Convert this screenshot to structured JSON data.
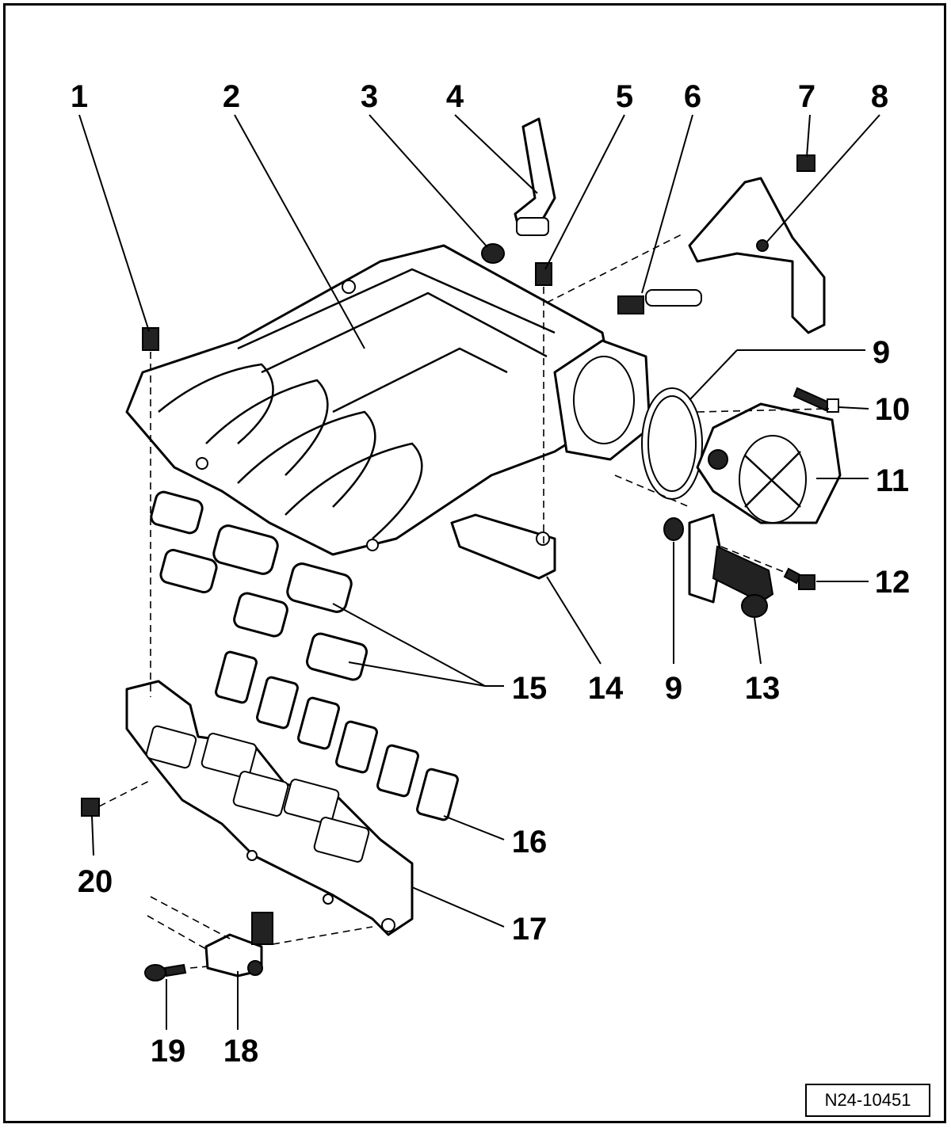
{
  "figure": {
    "reference_code": "N24-10451"
  },
  "callouts": [
    {
      "id": "c1",
      "label": "1"
    },
    {
      "id": "c2",
      "label": "2"
    },
    {
      "id": "c3",
      "label": "3"
    },
    {
      "id": "c4",
      "label": "4"
    },
    {
      "id": "c5",
      "label": "5"
    },
    {
      "id": "c6",
      "label": "6"
    },
    {
      "id": "c7",
      "label": "7"
    },
    {
      "id": "c8",
      "label": "8"
    },
    {
      "id": "c9a",
      "label": "9"
    },
    {
      "id": "c10",
      "label": "10"
    },
    {
      "id": "c11",
      "label": "11"
    },
    {
      "id": "c12",
      "label": "12"
    },
    {
      "id": "c9b",
      "label": "9"
    },
    {
      "id": "c13",
      "label": "13"
    },
    {
      "id": "c14",
      "label": "14"
    },
    {
      "id": "c15",
      "label": "15"
    },
    {
      "id": "c16",
      "label": "16"
    },
    {
      "id": "c17",
      "label": "17"
    },
    {
      "id": "c18",
      "label": "18"
    },
    {
      "id": "c19",
      "label": "19"
    },
    {
      "id": "c20",
      "label": "20"
    }
  ]
}
